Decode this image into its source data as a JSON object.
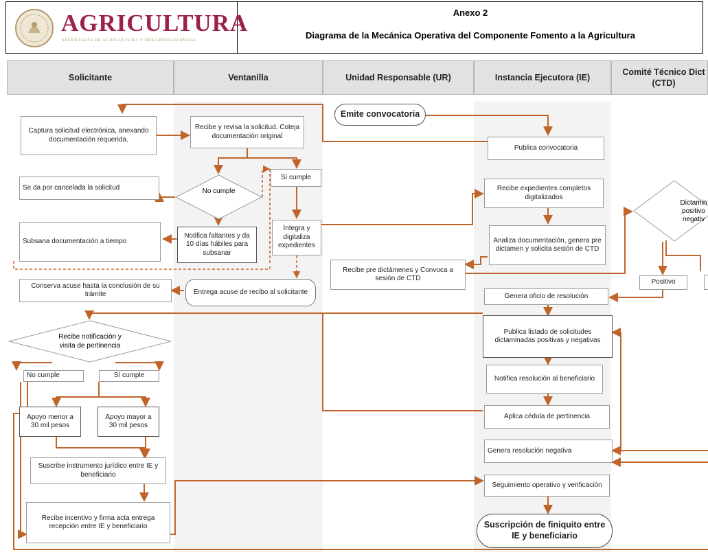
{
  "header": {
    "logo_text": "AGRICULTURA",
    "logo_subtitle": "SECRETARÍA DE AGRICULTURA Y DESARROLLO RURAL",
    "annex": "Anexo 2",
    "title": "Diagrama de la Mecánica Operativa del Componente Fomento a la Agricultura"
  },
  "lanes": [
    {
      "id": "solicitante",
      "label": "Solicitante"
    },
    {
      "id": "ventanilla",
      "label": "Ventanilla"
    },
    {
      "id": "ur",
      "label": "Unidad Responsable (UR)"
    },
    {
      "id": "ie",
      "label": "Instancia Ejecutora (IE)"
    },
    {
      "id": "ctd",
      "label": "Comité Técnico Dict (CTD)"
    }
  ],
  "nodes": {
    "emite_convocatoria": "Emite convocatoria",
    "captura_solicitud": "Captura solicitud electrónica, anexando documentación requerida.",
    "recibe_revisa": "Recibe y revisa la solicitud. Coteja documentación original",
    "publica_convocatoria": "Publica convocatoria",
    "cancelada": "Se da por cancelada la solicitud",
    "no_cumple_dec": "No cumple",
    "si_cumple_1": "Sí cumple",
    "recibe_expedientes": "Recibe expedientes completos digitalizados",
    "dictamina": "Dictamin positivo negativ",
    "subsana": "Subsana documentación a tiempo",
    "notifica_faltantes": "Notifica faltantes y da 10 días hábiles para subsanar",
    "integra_digitaliza": "Integra y digitaliza expedientes",
    "analiza": "Analiza documentación, genera pre dictamen y solicita sesión de CTD",
    "recibe_predictamenes": "Recibe pre dictámenes y Convoca a sesión de CTD",
    "conserva_acuse": "Conserva acuse hasta la conclusión de su trámite",
    "entrega_acuse": "Entrega acuse de recibo al solicitante",
    "genera_oficio": "Genera oficio de resolución",
    "positivo": "Positivo",
    "recibe_notificacion": "Recibe notificación y visita de pertinencia",
    "publica_listado": "Publica listado de solicitudes dictaminadas positivas y negativas",
    "no_cumple_2": "No cumple",
    "si_cumple_2": "Sí cumple",
    "notifica_resolucion": "Notifica resolución al beneficiario",
    "apoyo_menor": "Apoyo menor a 30 mil pesos",
    "apoyo_mayor": "Apoyo mayor a 30 mil pesos",
    "aplica_cedula": "Aplica cédula de pertinencia",
    "suscribe": "Suscribe instrumento jurídico entre IE y beneficiario",
    "genera_negativa": "Genera resolución negativa",
    "seguimiento": "Seguimiento operativo y verificación",
    "recibe_incentivo": "Recibe incentivo y firma acta entrega recepción entre IE y beneficiario",
    "finiquito": "Suscripción de finiquito entre IE y beneficiario"
  },
  "colors": {
    "arrow": "#c0652a",
    "brand": "#9b2247",
    "brand_gold": "#b39b6d",
    "lane_header": "#e2e2e2",
    "lane_band": "#f3f3f3"
  }
}
